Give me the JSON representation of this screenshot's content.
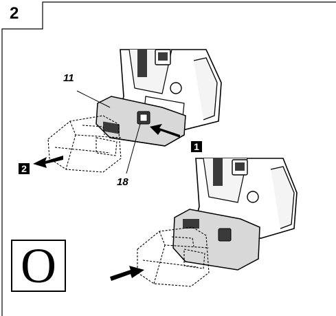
{
  "figure": {
    "number": "2"
  },
  "callouts": {
    "c11": "11",
    "c18": "18"
  },
  "steps": {
    "s1": "1",
    "s2": "2"
  },
  "symbol": {
    "letter": "O"
  },
  "icons": [
    "push-arrow-icon",
    "pull-arrow-icon",
    "push-arrow-icon"
  ],
  "colors": {
    "ink": "#000000",
    "battery_fill": "#d8d8d8",
    "tool_dark": "#3a3a3a"
  }
}
